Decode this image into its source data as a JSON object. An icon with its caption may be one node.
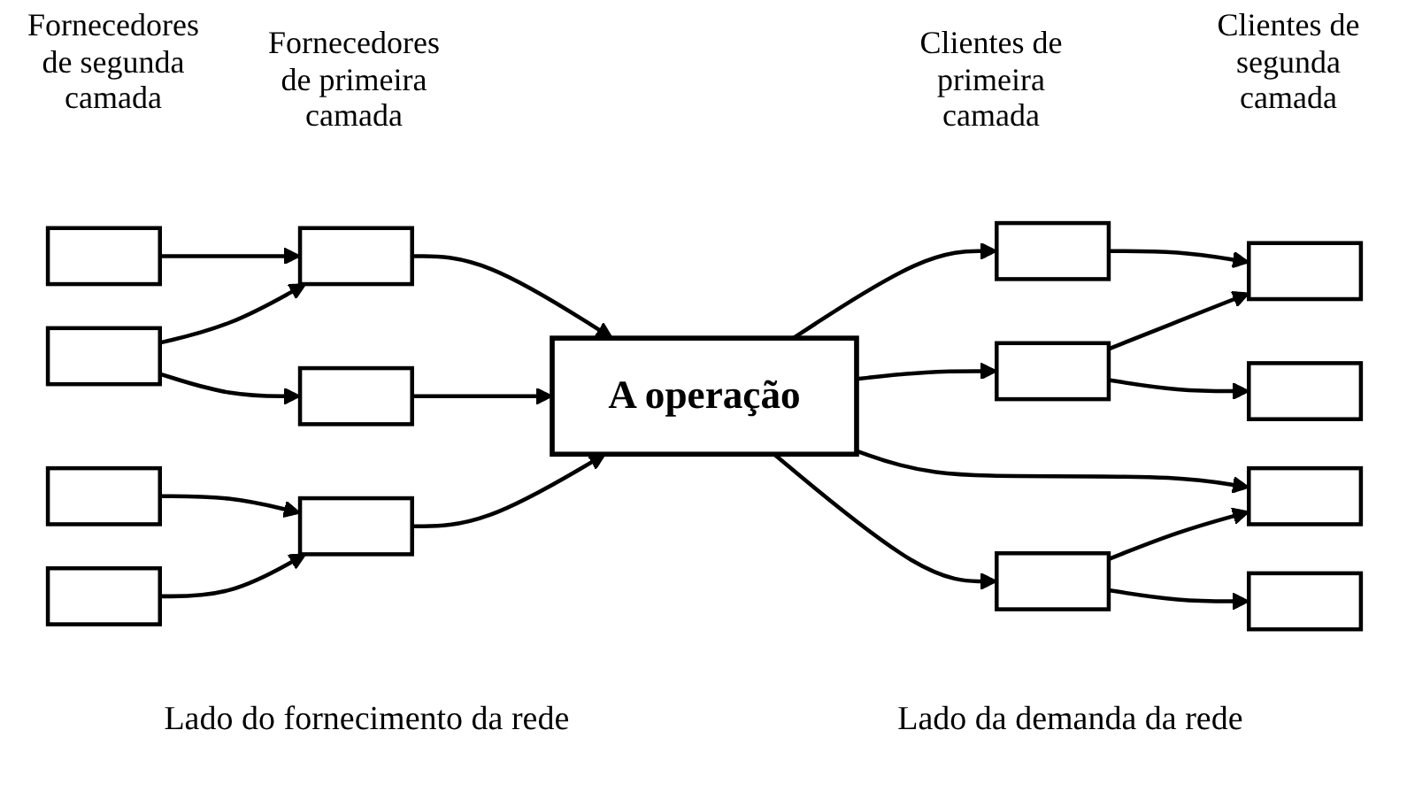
{
  "diagram": {
    "nodes": [
      {
        "text": [],
        "shape": "box"
      },
      {
        "text": [],
        "shape": "box"
      },
      {
        "text": [],
        "shape": "box"
      },
      {
        "text": [],
        "shape": "box"
      },
      {
        "text": [],
        "shape": "box"
      },
      {
        "text": [],
        "shape": "box"
      },
      {
        "text": [],
        "shape": "box"
      },
      {
        "text": [
          "A operação"
        ]
      },
      {
        "text": [],
        "shape": "box"
      },
      {
        "text": [],
        "shape": "box"
      },
      {
        "text": [],
        "shape": "box"
      },
      {
        "text": [],
        "shape": "box"
      },
      {
        "text": [],
        "shape": "box"
      },
      {
        "text": [],
        "shape": "box"
      },
      {
        "text": [],
        "shape": "box"
      }
    ],
    "edges": [
      {
        "from": 0,
        "to": 4,
        "arrow": "to"
      },
      {
        "from": 1,
        "to": 4,
        "arrow": "to"
      },
      {
        "from": 1,
        "to": 5,
        "arrow": "to"
      },
      {
        "from": 2,
        "to": 6,
        "arrow": "to"
      },
      {
        "from": 3,
        "to": 6,
        "arrow": "to"
      },
      {
        "from": 4,
        "to": 7,
        "arrow": "to"
      },
      {
        "from": 5,
        "to": 7,
        "arrow": "to"
      },
      {
        "from": 6,
        "to": 7,
        "arrow": "to"
      },
      {
        "from": 7,
        "to": 8,
        "arrow": "to"
      },
      {
        "from": 7,
        "to": 9,
        "arrow": "to"
      },
      {
        "from": 7,
        "to": 10,
        "arrow": "to"
      },
      {
        "from": 7,
        "to": 13,
        "arrow": "to"
      },
      {
        "from": 8,
        "to": 11,
        "arrow": "to"
      },
      {
        "from": 9,
        "to": 11,
        "arrow": "to"
      },
      {
        "from": 9,
        "to": 12,
        "arrow": "to"
      },
      {
        "from": 10,
        "to": 13,
        "arrow": "to"
      },
      {
        "from": 10,
        "to": 14,
        "arrow": "to"
      }
    ],
    "labels": [
      "Fornecedores de segunda camada",
      "Fornecedores de primeira camada",
      "Clientes de primeira camada",
      "Clientes de segunda camada",
      "Lado do fornecimento da rede",
      "Lado da demanda da rede"
    ]
  }
}
